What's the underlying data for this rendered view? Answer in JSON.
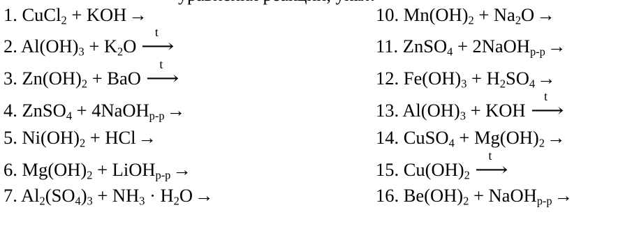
{
  "header_fragment": "уравнения реакций, укаж",
  "arrow_symbol": "→",
  "heat_arrow_symbol": "⟶",
  "heat_label": "t",
  "left_column": [
    {
      "number": "1.",
      "parts": [
        {
          "t": "CuCl"
        },
        {
          "s": "2"
        },
        {
          "t": " + KOH"
        }
      ],
      "arrow": "plain"
    },
    {
      "number": "2.",
      "parts": [
        {
          "t": "Al(OH)"
        },
        {
          "s": "3"
        },
        {
          "t": " + K"
        },
        {
          "s": "2"
        },
        {
          "t": "O"
        }
      ],
      "arrow": "heat"
    },
    {
      "number": "3.",
      "parts": [
        {
          "t": "Zn(OH)"
        },
        {
          "s": "2"
        },
        {
          "t": " + BaO"
        }
      ],
      "arrow": "heat"
    },
    {
      "number": "4.",
      "parts": [
        {
          "t": "ZnSO"
        },
        {
          "s": "4"
        },
        {
          "t": " + 4NaOH"
        },
        {
          "s": "p-p"
        }
      ],
      "arrow": "plain"
    },
    {
      "number": "5.",
      "parts": [
        {
          "t": "Ni(OH)"
        },
        {
          "s": "2"
        },
        {
          "t": " + HCl"
        }
      ],
      "arrow": "plain"
    },
    {
      "number": "6.",
      "parts": [
        {
          "t": "Mg(OH)"
        },
        {
          "s": "2"
        },
        {
          "t": " + LiOH"
        },
        {
          "s": "p-p"
        }
      ],
      "arrow": "plain"
    },
    {
      "number": "7.",
      "parts": [
        {
          "t": "Al"
        },
        {
          "s": "2"
        },
        {
          "t": "(SO"
        },
        {
          "s": "4"
        },
        {
          "t": ")"
        },
        {
          "s": "3"
        },
        {
          "t": " + NH"
        },
        {
          "s": "3"
        },
        {
          "t": " · H"
        },
        {
          "s": "2"
        },
        {
          "t": "O"
        }
      ],
      "arrow": "plain"
    }
  ],
  "right_column": [
    {
      "number": "10.",
      "parts": [
        {
          "t": "Mn(OH)"
        },
        {
          "s": "2"
        },
        {
          "t": " + Na"
        },
        {
          "s": "2"
        },
        {
          "t": "O"
        }
      ],
      "arrow": "plain"
    },
    {
      "number": "11.",
      "parts": [
        {
          "t": "ZnSO"
        },
        {
          "s": "4"
        },
        {
          "t": " + 2NaOH"
        },
        {
          "s": "p-p"
        }
      ],
      "arrow": "plain"
    },
    {
      "number": "12.",
      "parts": [
        {
          "t": "Fe(OH)"
        },
        {
          "s": "3"
        },
        {
          "t": " + H"
        },
        {
          "s": "2"
        },
        {
          "t": "SO"
        },
        {
          "s": "4"
        }
      ],
      "arrow": "plain"
    },
    {
      "number": "13.",
      "parts": [
        {
          "t": "Al(OH)"
        },
        {
          "s": "3"
        },
        {
          "t": " + KOH"
        }
      ],
      "arrow": "heat"
    },
    {
      "number": "14.",
      "parts": [
        {
          "t": "CuSO"
        },
        {
          "s": "4"
        },
        {
          "t": " + Mg(OH)"
        },
        {
          "s": "2"
        }
      ],
      "arrow": "plain"
    },
    {
      "number": "15.",
      "parts": [
        {
          "t": "Cu(OH)"
        },
        {
          "s": "2"
        }
      ],
      "arrow": "heat"
    },
    {
      "number": "16.",
      "parts": [
        {
          "t": "Be(OH)"
        },
        {
          "s": "2"
        },
        {
          "t": " + NaOH"
        },
        {
          "s": "p-p"
        }
      ],
      "arrow": "plain"
    }
  ]
}
